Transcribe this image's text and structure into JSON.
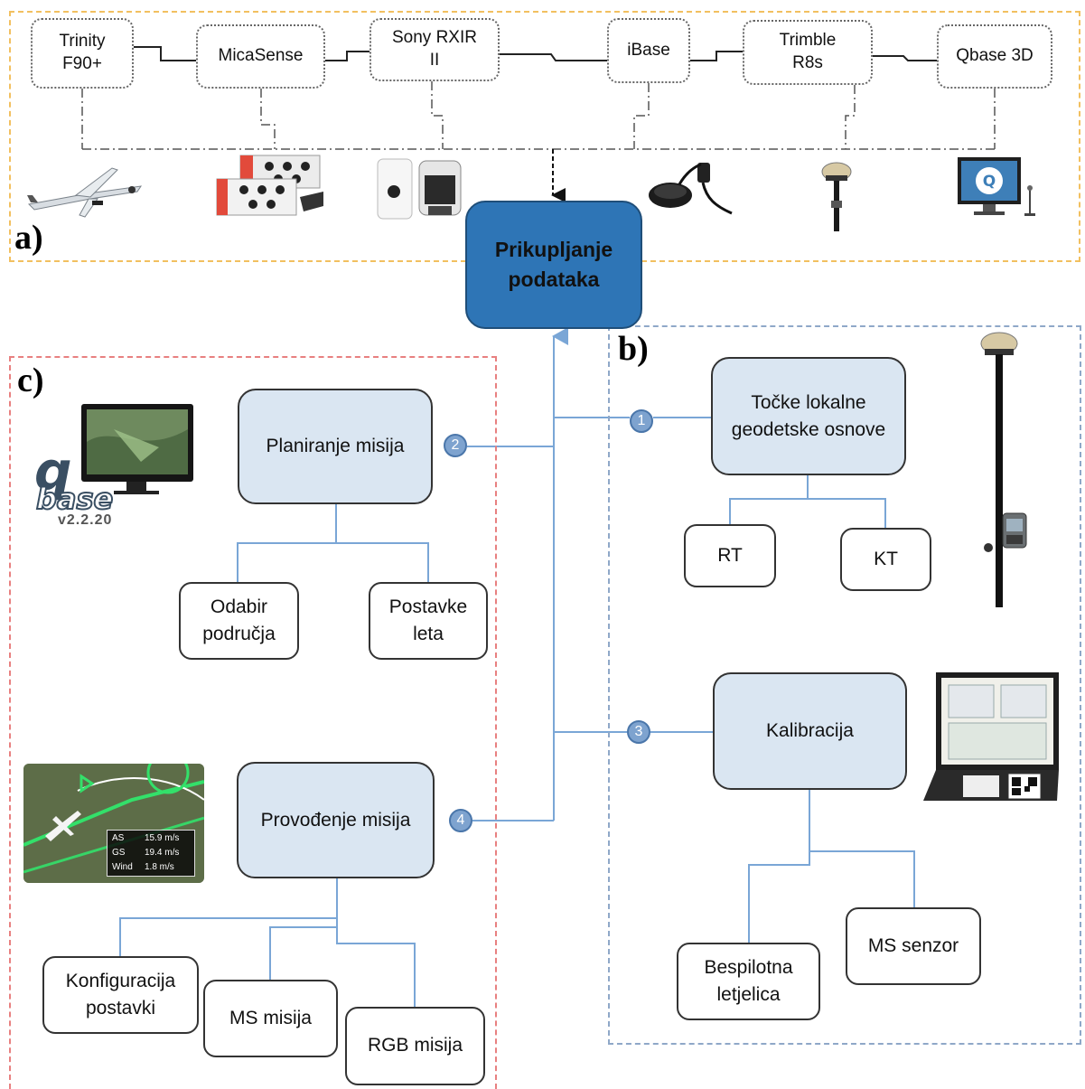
{
  "panel_labels": {
    "a": "a)",
    "b": "b)",
    "c": "c)"
  },
  "devices": [
    {
      "id": "trinity",
      "label": "Trinity\nF90+"
    },
    {
      "id": "micasense",
      "label": "MicaSense"
    },
    {
      "id": "sony",
      "label": "Sony RXIR\nII"
    },
    {
      "id": "ibase",
      "label": "iBase"
    },
    {
      "id": "trimble",
      "label": "Trimble\nR8s"
    },
    {
      "id": "qbase3d",
      "label": "Qbase 3D"
    }
  ],
  "central": {
    "label": "Prikupljanje\npodataka",
    "color": "#2e75b6"
  },
  "panel_b": {
    "step1": {
      "number": "1",
      "label": "Točke lokalne\ngeodetske osnove",
      "children": [
        "RT",
        "KT"
      ]
    },
    "step3": {
      "number": "3",
      "label": "Kalibracija",
      "children": [
        "Bespilotna\nletjelica",
        "MS senzor"
      ]
    }
  },
  "panel_c": {
    "qbase_version": "v2.2.20",
    "step2": {
      "number": "2",
      "label": "Planiranje misija",
      "children": [
        "Odabir\npodručja",
        "Postavke\nleta"
      ]
    },
    "step4": {
      "number": "4",
      "label": "Provođenje misija",
      "children": [
        "Konfiguracija\npostavki",
        "MS misija",
        "RGB misija"
      ]
    },
    "flight_hud": [
      {
        "key": "AS",
        "value": "15.9 m/s"
      },
      {
        "key": "GS",
        "value": "19.4 m/s"
      },
      {
        "key": "Wind",
        "value": "1.8 m/s"
      }
    ]
  },
  "colors": {
    "panel_a_border": "#f2c060",
    "panel_b_border": "#8fa8c8",
    "panel_c_border": "#e88080",
    "connector": "#7aa6d6",
    "process_fill": "#dae6f2"
  },
  "icons": [
    "fixed-wing-drone-icon",
    "multispectral-camera-icon",
    "rgb-camera-icon",
    "gnss-base-antenna-icon",
    "gnss-rover-icon",
    "qbase-monitor-icon",
    "gnss-pole-rover-icon",
    "calibration-case-icon",
    "qbase-monitor-icon",
    "flight-view-image"
  ]
}
